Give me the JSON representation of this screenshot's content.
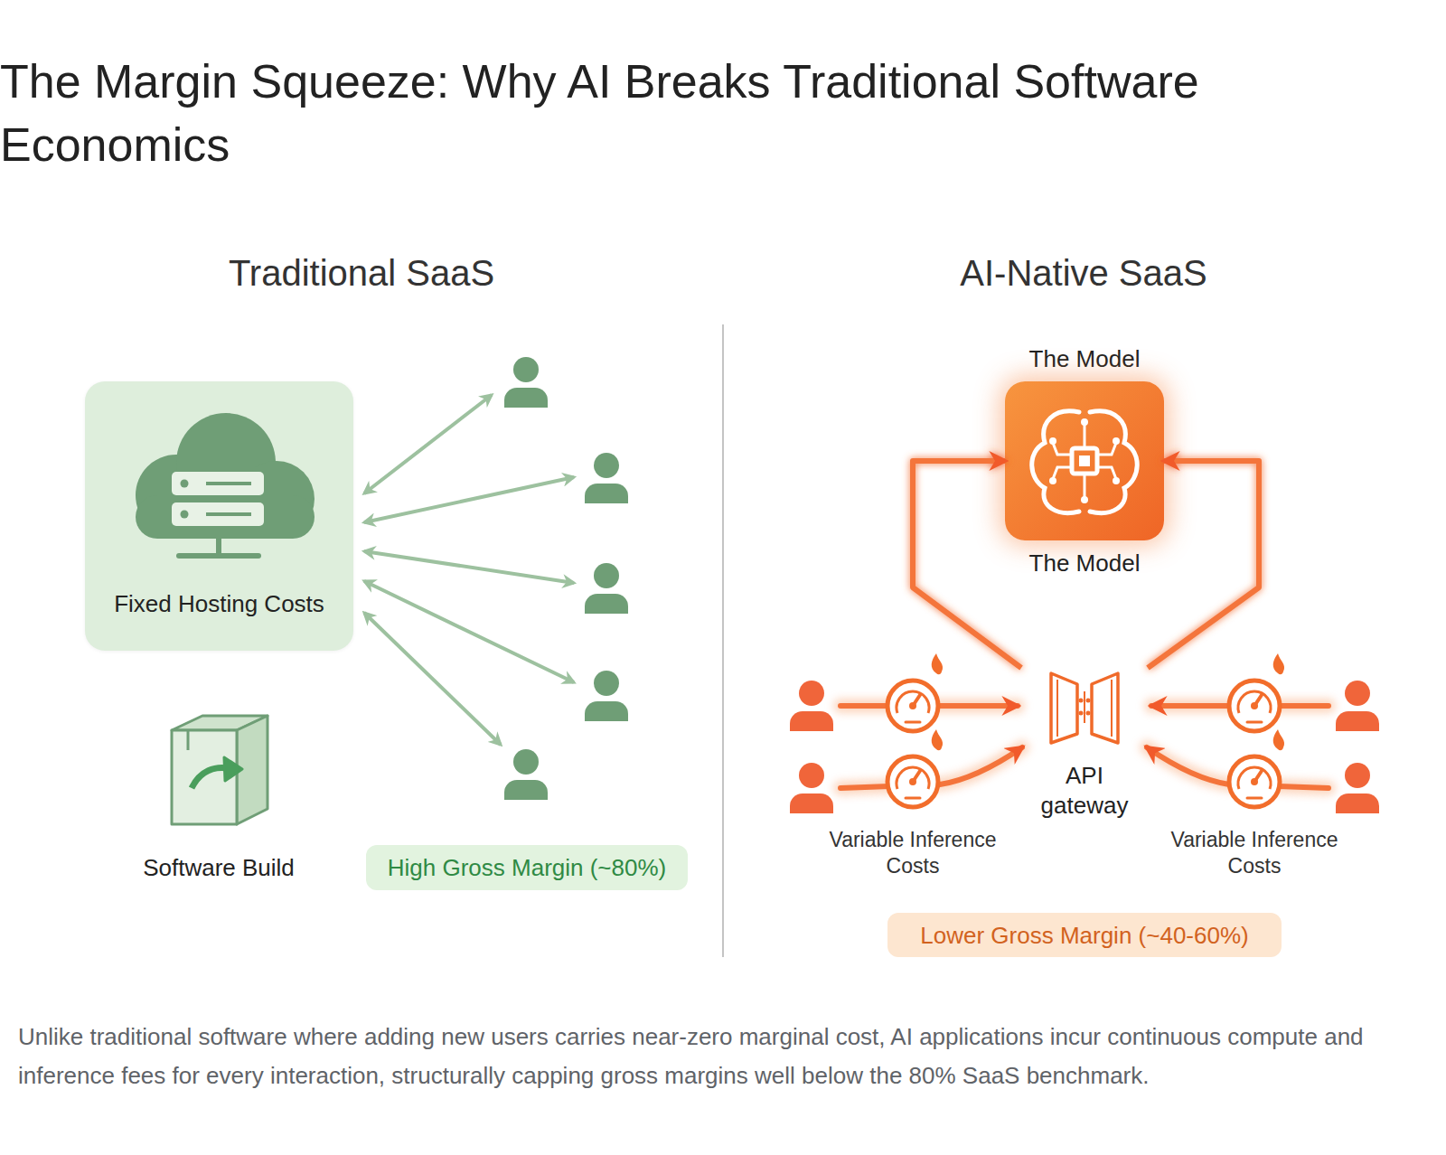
{
  "diagram": {
    "title": "The Margin Squeeze: Why AI Breaks Traditional Software Economics",
    "caption": "Unlike traditional software where adding new users carries near-zero marginal cost, AI applications incur continuous compute and inference fees for every interaction, structurally capping gross margins well below the 80% SaaS benchmark.",
    "nodes": [
      {
        "text": [
          "Fixed Hosting Costs"
        ]
      },
      {
        "text": [
          "High Gross Margin (~80%)"
        ]
      },
      {
        "text": [
          "The Model",
          "The Model"
        ]
      },
      {
        "text": [
          "API gateway"
        ]
      },
      {
        "text": [
          "Lower Gross Margin (~40-60%)"
        ]
      }
    ],
    "edges": [
      {
        "from": 3,
        "to": 2,
        "arrow": "to"
      },
      {
        "from": 3,
        "to": 2,
        "arrow": "to"
      },
      {
        "from": 3,
        "to": 2,
        "arrow": "to"
      }
    ],
    "labels": [
      "Traditional SaaS",
      "AI-Native SaaS",
      "Software Build",
      "Variable Inference Costs",
      "Variable Inference Costs"
    ]
  }
}
